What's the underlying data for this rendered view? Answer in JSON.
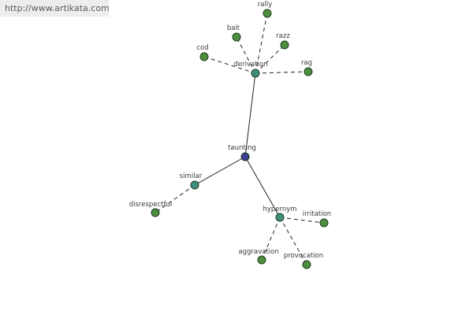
{
  "banner": {
    "url": "http://www.artikata.com"
  },
  "colors": {
    "root": "#3b3f96",
    "hub": "#3f8f80",
    "leaf": "#4d8e3f",
    "outline": "#1d3a1a"
  },
  "graph": {
    "nodes": [
      {
        "id": "taunting",
        "label": "taunting",
        "kind": "root"
      },
      {
        "id": "derivation",
        "label": "derivation",
        "kind": "hub"
      },
      {
        "id": "similar",
        "label": "similar",
        "kind": "hub"
      },
      {
        "id": "hypernym",
        "label": "hypernym",
        "kind": "hub"
      },
      {
        "id": "rally",
        "label": "rally",
        "kind": "leaf"
      },
      {
        "id": "bait",
        "label": "bait",
        "kind": "leaf"
      },
      {
        "id": "razz",
        "label": "razz",
        "kind": "leaf"
      },
      {
        "id": "cod",
        "label": "cod",
        "kind": "leaf"
      },
      {
        "id": "rag",
        "label": "rag",
        "kind": "leaf"
      },
      {
        "id": "disrespectful",
        "label": "disrespectful",
        "kind": "leaf"
      },
      {
        "id": "irritation",
        "label": "irritation",
        "kind": "leaf"
      },
      {
        "id": "aggravation",
        "label": "aggravation",
        "kind": "leaf"
      },
      {
        "id": "provocation",
        "label": "provocation",
        "kind": "leaf"
      }
    ],
    "edges": [
      {
        "from": "taunting",
        "to": "derivation",
        "style": "solid"
      },
      {
        "from": "taunting",
        "to": "similar",
        "style": "solid"
      },
      {
        "from": "taunting",
        "to": "hypernym",
        "style": "solid"
      },
      {
        "from": "derivation",
        "to": "rally",
        "style": "dashed"
      },
      {
        "from": "derivation",
        "to": "bait",
        "style": "dashed"
      },
      {
        "from": "derivation",
        "to": "razz",
        "style": "dashed"
      },
      {
        "from": "derivation",
        "to": "cod",
        "style": "dashed"
      },
      {
        "from": "derivation",
        "to": "rag",
        "style": "dashed"
      },
      {
        "from": "similar",
        "to": "disrespectful",
        "style": "dashed"
      },
      {
        "from": "hypernym",
        "to": "irritation",
        "style": "dashed"
      },
      {
        "from": "hypernym",
        "to": "aggravation",
        "style": "dashed"
      },
      {
        "from": "hypernym",
        "to": "provocation",
        "style": "dashed"
      }
    ]
  }
}
